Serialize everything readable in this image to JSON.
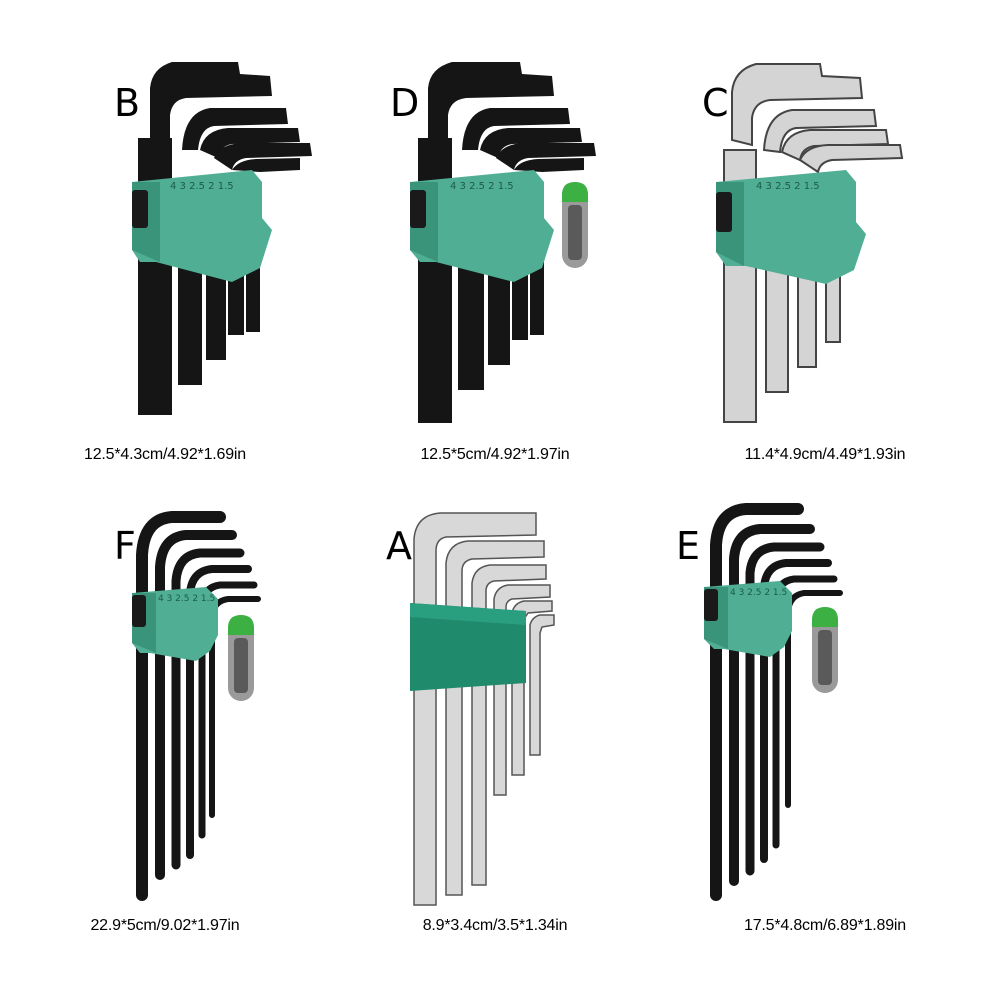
{
  "products": [
    {
      "letter": "B",
      "dims": "12.5*4.3cm/4.92*1.69in",
      "finish": "black",
      "type": "hex-short",
      "bit_holder": false
    },
    {
      "letter": "D",
      "dims": "12.5*5cm/4.92*1.97in",
      "finish": "black",
      "type": "hex-short",
      "bit_holder": true
    },
    {
      "letter": "C",
      "dims": "11.4*4.9cm/4.49*1.93in",
      "finish": "chrome",
      "type": "hex-short",
      "bit_holder": false
    },
    {
      "letter": "F",
      "dims": "22.9*5cm/9.02*1.97in",
      "finish": "black",
      "type": "torx-long",
      "bit_holder": true
    },
    {
      "letter": "A",
      "dims": "8.9*3.4cm/3.5*1.34in",
      "finish": "chrome",
      "type": "hex-plain",
      "bit_holder": false
    },
    {
      "letter": "E",
      "dims": "17.5*4.8cm/6.89*1.89in",
      "finish": "black",
      "type": "torx-long",
      "bit_holder": true
    }
  ],
  "holder_size_marks": [
    "4",
    "3",
    "2.5",
    "2",
    "1.5"
  ],
  "colors": {
    "holder": "#4fae93",
    "holder_dark": "#2f7d66",
    "holder_plain": "#1f8a6c",
    "black_steel": "#161616",
    "chrome": "#cfcfcf"
  }
}
